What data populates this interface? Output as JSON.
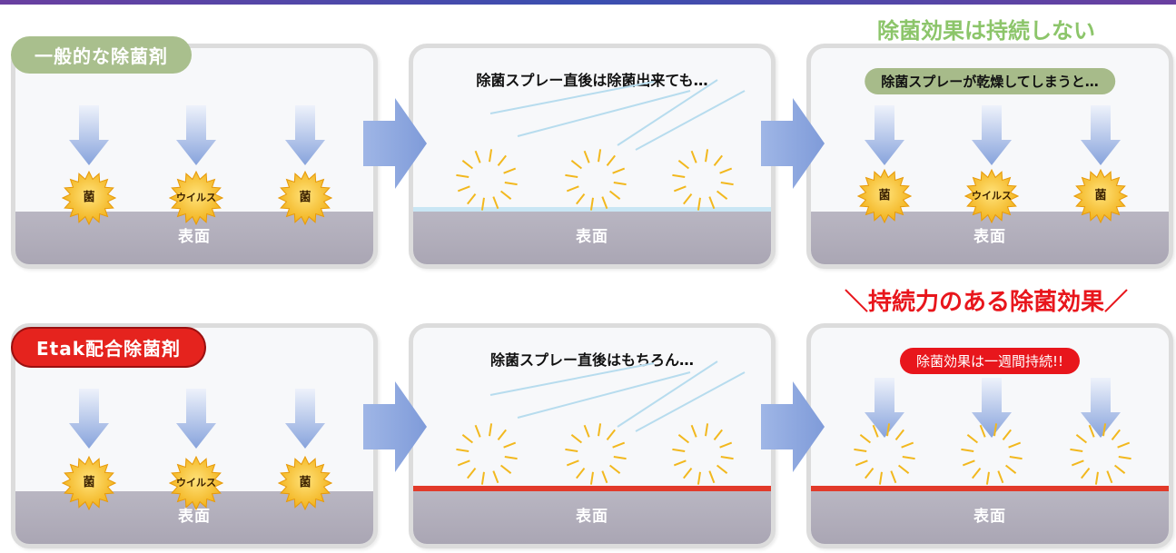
{
  "top_headline": "除菌効果は持続しない",
  "bottom_headline": "持続力のある除菌効果",
  "surface_label": "表面",
  "germ_labels": {
    "bacteria": "菌",
    "virus": "ウイルス"
  },
  "row1": {
    "badge": "一般的な除菌剤",
    "panel2_caption": "除菌スプレー直後は除菌出来ても…",
    "panel3_pill": "除菌スプレーが乾燥してしまうと…"
  },
  "row2": {
    "badge": "Etak配合除菌剤",
    "panel2_caption": "除菌スプレー直後はもちろん…",
    "panel3_pill": "除菌効果は一週間持続!!"
  },
  "colors": {
    "arrow_blue": "#8ea9e0",
    "germ_yellow": "#f5c31c",
    "burst_yellow": "#f2b81e",
    "headline_green": "#8cc56a",
    "headline_red": "#e8161c"
  },
  "icons": [
    "down-arrow-icon",
    "germ-icon",
    "virus-icon",
    "burst-icon",
    "flow-arrow-icon",
    "spray-lines-icon"
  ]
}
